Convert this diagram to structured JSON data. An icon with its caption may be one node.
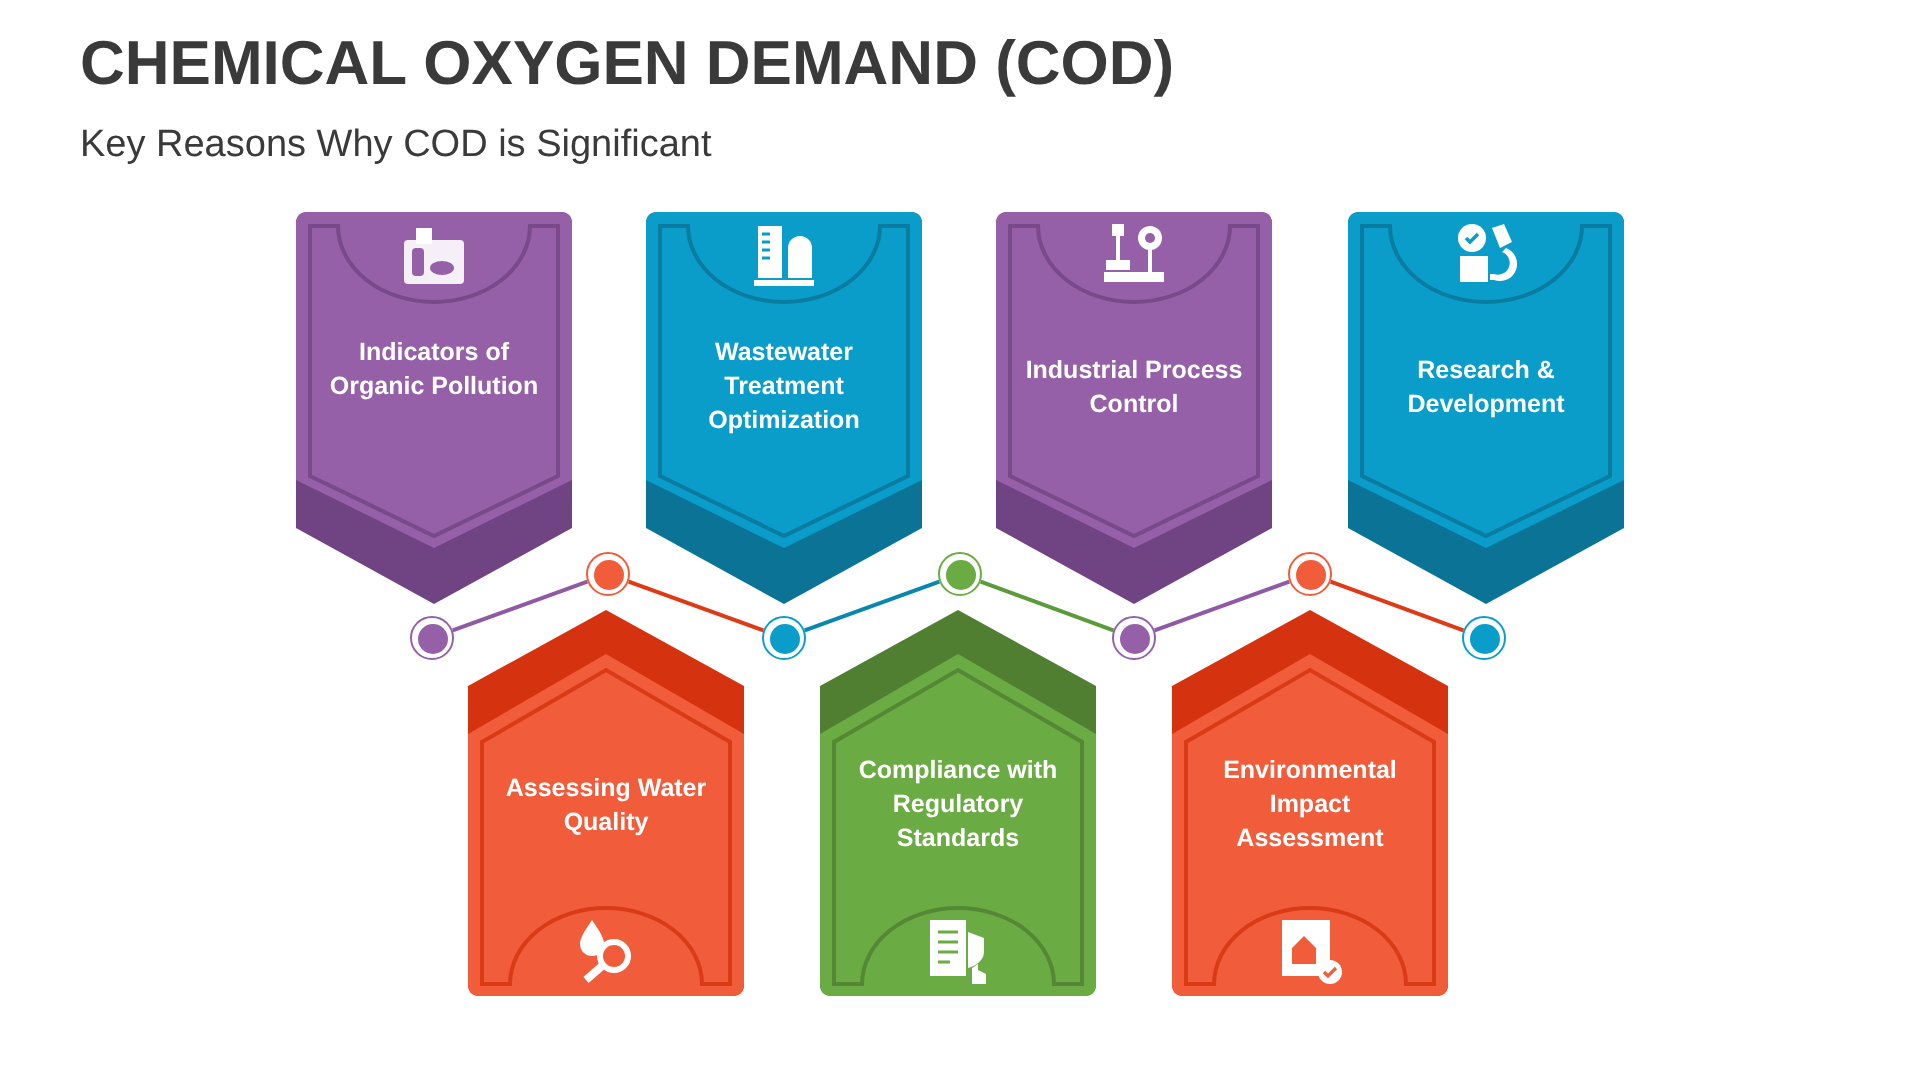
{
  "diagram": {
    "title": "CHEMICAL OXYGEN DEMAND (COD)",
    "caption": "Key Reasons Why COD is Significant",
    "nodes": [
      {
        "text": [
          "Indicators of Organic Pollution"
        ]
      },
      {
        "text": [
          "Wastewater Treatment Optimization"
        ]
      },
      {
        "text": [
          "Industrial Process Control"
        ]
      },
      {
        "text": [
          "Research & Development"
        ]
      },
      {
        "text": [
          "Assessing Water Quality"
        ]
      },
      {
        "text": [
          "Compliance with Regulatory Standards"
        ]
      },
      {
        "text": [
          "Environmental Impact Assessment"
        ]
      },
      {
        "text": [],
        "shape": "circle"
      },
      {
        "text": [],
        "shape": "circle"
      },
      {
        "text": [],
        "shape": "circle"
      },
      {
        "text": [],
        "shape": "circle"
      },
      {
        "text": [],
        "shape": "circle"
      },
      {
        "text": [],
        "shape": "circle"
      },
      {
        "text": [],
        "shape": "circle"
      }
    ],
    "edges": [
      {
        "from": 7,
        "to": 8,
        "arrow": "none",
        "color": "#8f5aa3"
      },
      {
        "from": 8,
        "to": 9,
        "arrow": "none",
        "color": "#dd3b17"
      },
      {
        "from": 9,
        "to": 10,
        "arrow": "none",
        "color": "#0b87ad"
      },
      {
        "from": 10,
        "to": 11,
        "arrow": "none",
        "color": "#5c9a3a"
      },
      {
        "from": 11,
        "to": 12,
        "arrow": "none",
        "color": "#8f5aa3"
      },
      {
        "from": 12,
        "to": 13,
        "arrow": "none",
        "color": "#dd3b17"
      }
    ]
  }
}
